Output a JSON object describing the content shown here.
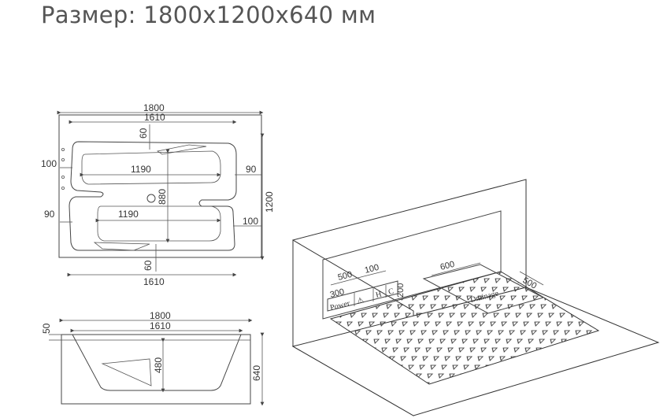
{
  "header": {
    "title": "Размер: 1800x1200x640 мм"
  },
  "top_view": {
    "dims": {
      "outer_width": "1800",
      "inner_width_top": "1610",
      "inner_width_bottom": "1610",
      "rim_top": "60",
      "rim_bottom": "60",
      "left_offset": "100",
      "right_offset_top": "90",
      "left_offset_lower": "90",
      "right_offset_lower": "100",
      "upper_basin_width": "1190",
      "lower_basin_width": "1190",
      "basin_depth": "880",
      "outer_height": "1200"
    }
  },
  "side_view": {
    "dims": {
      "outer_width": "1800",
      "inner_width": "1610",
      "rim_height": "50",
      "water_depth": "480",
      "total_height": "640"
    }
  },
  "install_view": {
    "dims": {
      "a": "500",
      "b": "100",
      "c": "300",
      "d": "200",
      "e": "600",
      "f": "500"
    },
    "labels": {
      "power": "Power",
      "drainage": "Drainage",
      "h": "H",
      "c": "C"
    }
  }
}
